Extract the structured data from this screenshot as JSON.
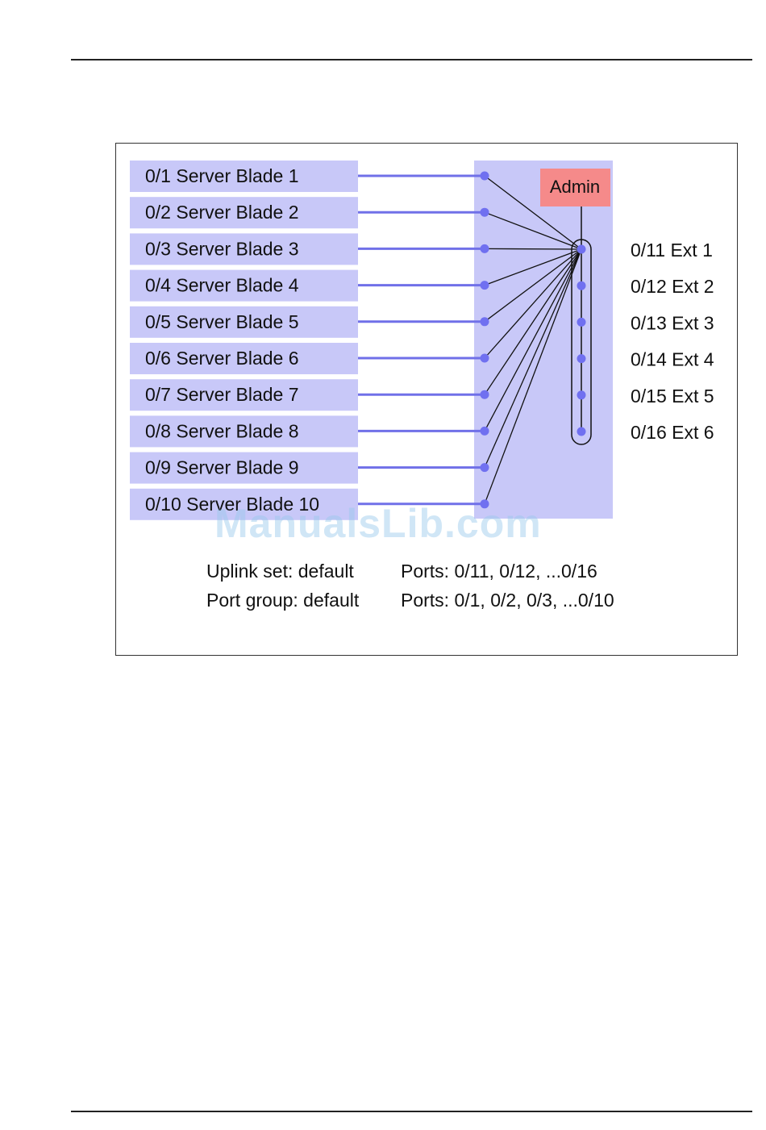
{
  "blades": [
    "0/1 Server Blade 1",
    "0/2 Server Blade 2",
    "0/3 Server Blade 3",
    "0/4 Server Blade 4",
    "0/5 Server Blade 5",
    "0/6 Server Blade 6",
    "0/7 Server Blade 7",
    "0/8 Server Blade 8",
    "0/9 Server Blade 9",
    "0/10 Server Blade 10"
  ],
  "external_ports": [
    "0/11 Ext 1",
    "0/12 Ext 2",
    "0/13 Ext 3",
    "0/14 Ext 4",
    "0/15 Ext 5",
    "0/16 Ext 6"
  ],
  "admin_label": "Admin",
  "legend": {
    "uplink_set": "Uplink set: default",
    "uplink_ports": "Ports: 0/11, 0/12, ...0/16",
    "port_group": "Port group: default",
    "port_group_ports": "Ports: 0/1, 0/2, 0/3, ...0/10"
  },
  "watermark": "ManualsLib.com",
  "colors": {
    "blade_fill": "#c8c8f8",
    "switch_fill": "#c8c8f8",
    "link_line": "#7070e8",
    "port_dot": "#7070f0",
    "admin_fill": "#f58a8a"
  }
}
